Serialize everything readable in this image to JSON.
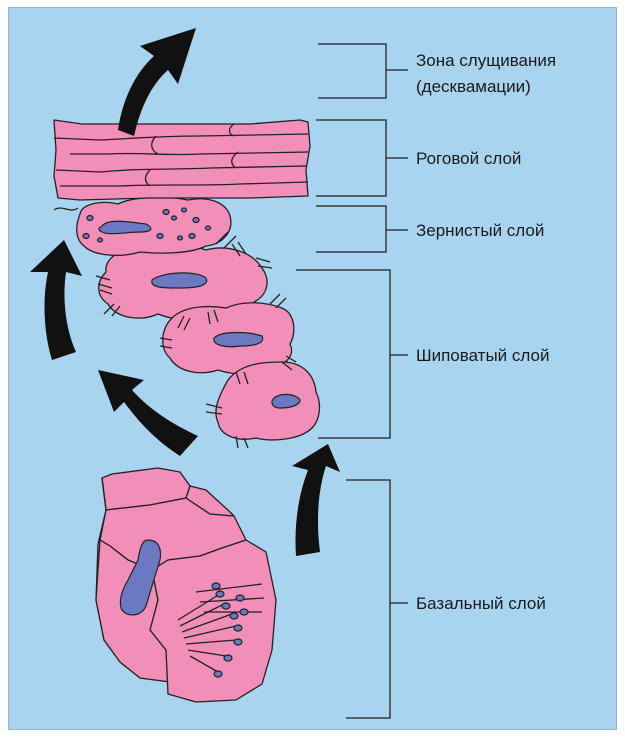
{
  "colors": {
    "background": "#a8d4f0",
    "cell": "#f28fb8",
    "nucleus": "#6b78c2",
    "arrow": "#111111",
    "outline": "#222222"
  },
  "layers": [
    {
      "id": "desquamation",
      "line1": "Зона слущивания",
      "line2": "(десквамации)"
    },
    {
      "id": "corneum",
      "label": "Роговой слой"
    },
    {
      "id": "granular",
      "label": "Зернистый слой"
    },
    {
      "id": "spinous",
      "label": "Шиповатый слой"
    },
    {
      "id": "basal",
      "label": "Базальный слой"
    }
  ],
  "icons": [
    "arrow-icon"
  ]
}
